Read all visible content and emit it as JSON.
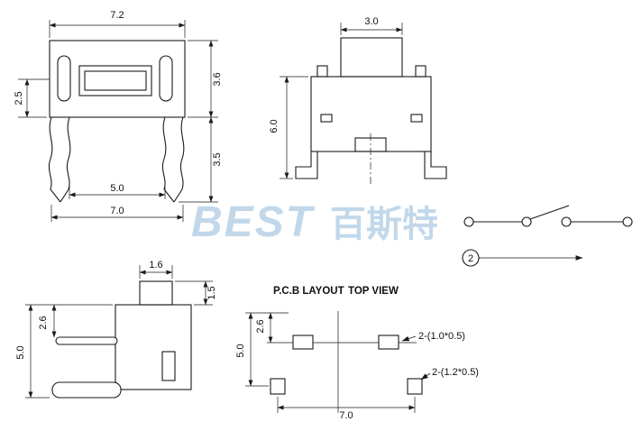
{
  "colors": {
    "background": "#ffffff",
    "line": "#1a1a1a",
    "watermark": "#b3cfe6"
  },
  "watermark": {
    "latin": "BEST",
    "cjk": "百斯特"
  },
  "front_view": {
    "dims": {
      "top_width": "7.2",
      "body_height": "3.6",
      "left_offset": "2.5",
      "leg_length": "3.5",
      "pin_span_inner": "5.0",
      "pin_span_outer": "7.0"
    }
  },
  "side_view": {
    "dims": {
      "button_width": "3.0",
      "total_height": "6.0"
    }
  },
  "profile_view": {
    "dims": {
      "button_width": "1.6",
      "button_height": "1.5",
      "pin_offset": "2.6",
      "total_height": "5.0"
    }
  },
  "schematic": {
    "pole_number": "2"
  },
  "pcb": {
    "title_left": "P.C.B LAYOUT",
    "title_right": "TOP VIEW",
    "dims": {
      "row_offset": "2.6",
      "vertical_span": "5.0",
      "pad_span": "7.0"
    },
    "notes": {
      "inner_pads": "2-(1.0*0.5)",
      "outer_pads": "2-(1.2*0.5)"
    }
  }
}
